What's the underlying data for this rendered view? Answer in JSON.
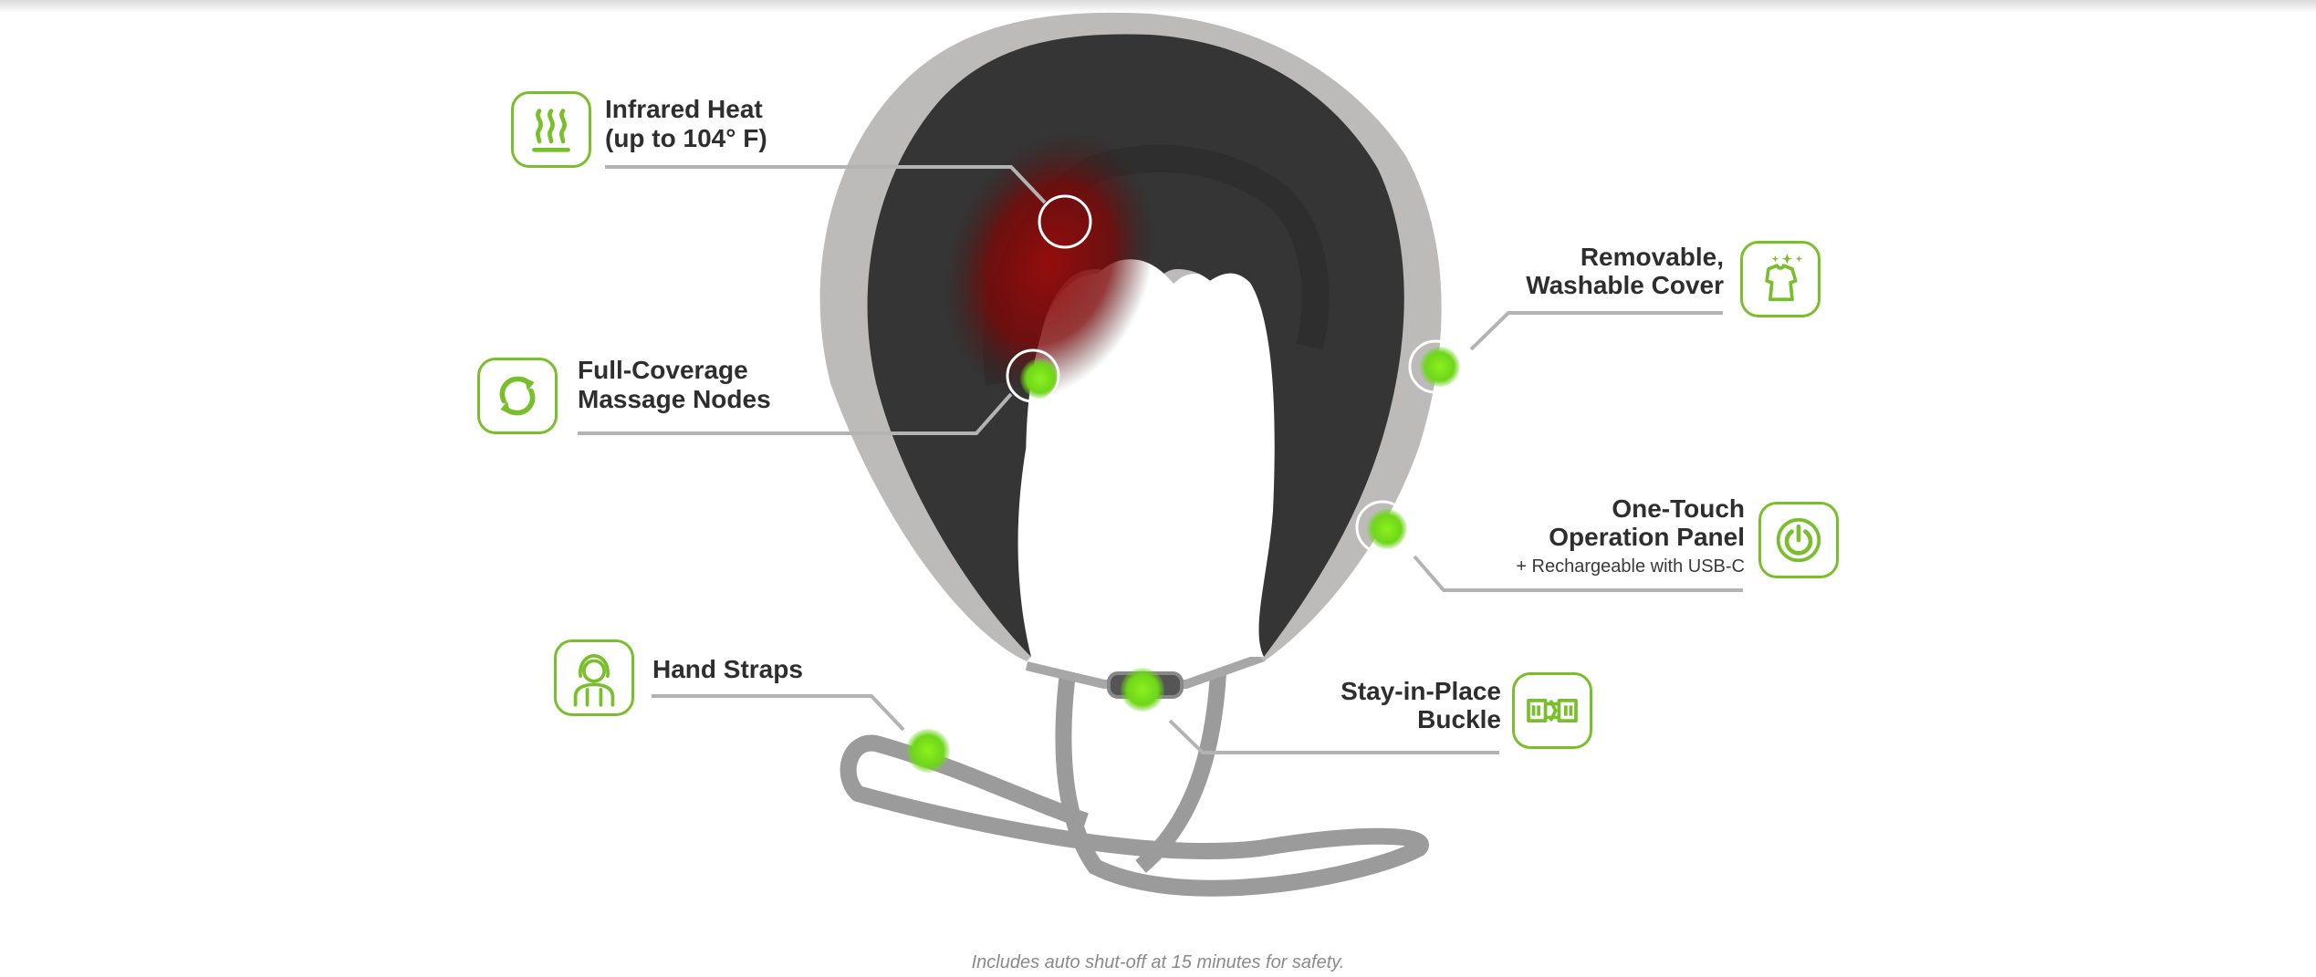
{
  "features": [
    {
      "id": "infrared-heat",
      "title_line1": "Infrared Heat",
      "title_line2": "(up to 104° F)",
      "icon": "heat-waves-icon"
    },
    {
      "id": "massage-nodes",
      "title_line1": "Full-Coverage",
      "title_line2": "Massage Nodes",
      "icon": "refresh-cycle-icon"
    },
    {
      "id": "hand-straps",
      "title_line1": "Hand Straps",
      "icon": "person-hood-icon"
    },
    {
      "id": "washable-cover",
      "title_line1": "Removable,",
      "title_line2": "Washable Cover",
      "icon": "sparkle-shirt-icon"
    },
    {
      "id": "operation-panel",
      "title_line1": "One-Touch",
      "title_line2": "Operation Panel",
      "subtitle": "+ Rechargeable with USB-C",
      "icon": "power-icon"
    },
    {
      "id": "buckle",
      "title_line1": "Stay-in-Place",
      "title_line2": "Buckle",
      "icon": "buckle-icon"
    }
  ],
  "footnote": "Includes auto shut-off at 15 minutes for safety.",
  "colors": {
    "accent_green": "#79bf2c",
    "marker_green": "#7be21e",
    "pillow_outer": "#b9b6b6",
    "pillow_inner": "#333333",
    "heat_red": "#8e0a0a",
    "leader_line": "#b3b3b3",
    "text_dark": "#2e2e2e",
    "footnote_gray": "#8a8a8a"
  }
}
